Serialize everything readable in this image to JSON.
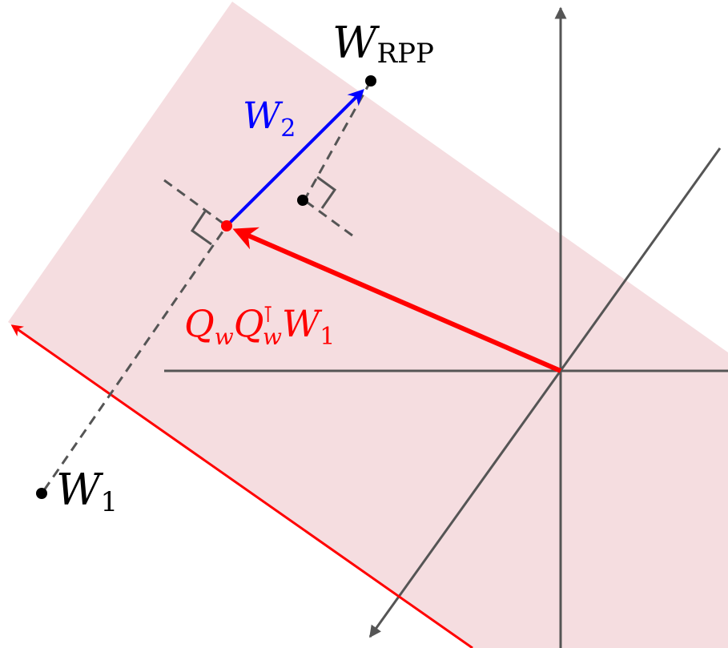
{
  "labels": {
    "w_rpp": {
      "main": "W",
      "sub": "RPP"
    },
    "w2": {
      "main": "W",
      "sub": "2"
    },
    "w1": {
      "main": "W",
      "sub": "1"
    },
    "projection": {
      "q1": "Q",
      "q1_sub": "w",
      "q2": "Q",
      "q2_sup": "⊺",
      "q2_sub": "w",
      "w": "W",
      "w_sub": "1"
    }
  },
  "colors": {
    "plane_fill": "#f5dde0",
    "axis": "#555555",
    "red": "#ff0000",
    "blue": "#0000ff",
    "dashed": "#555555",
    "point": "#000000",
    "label_black": "#000000"
  }
}
